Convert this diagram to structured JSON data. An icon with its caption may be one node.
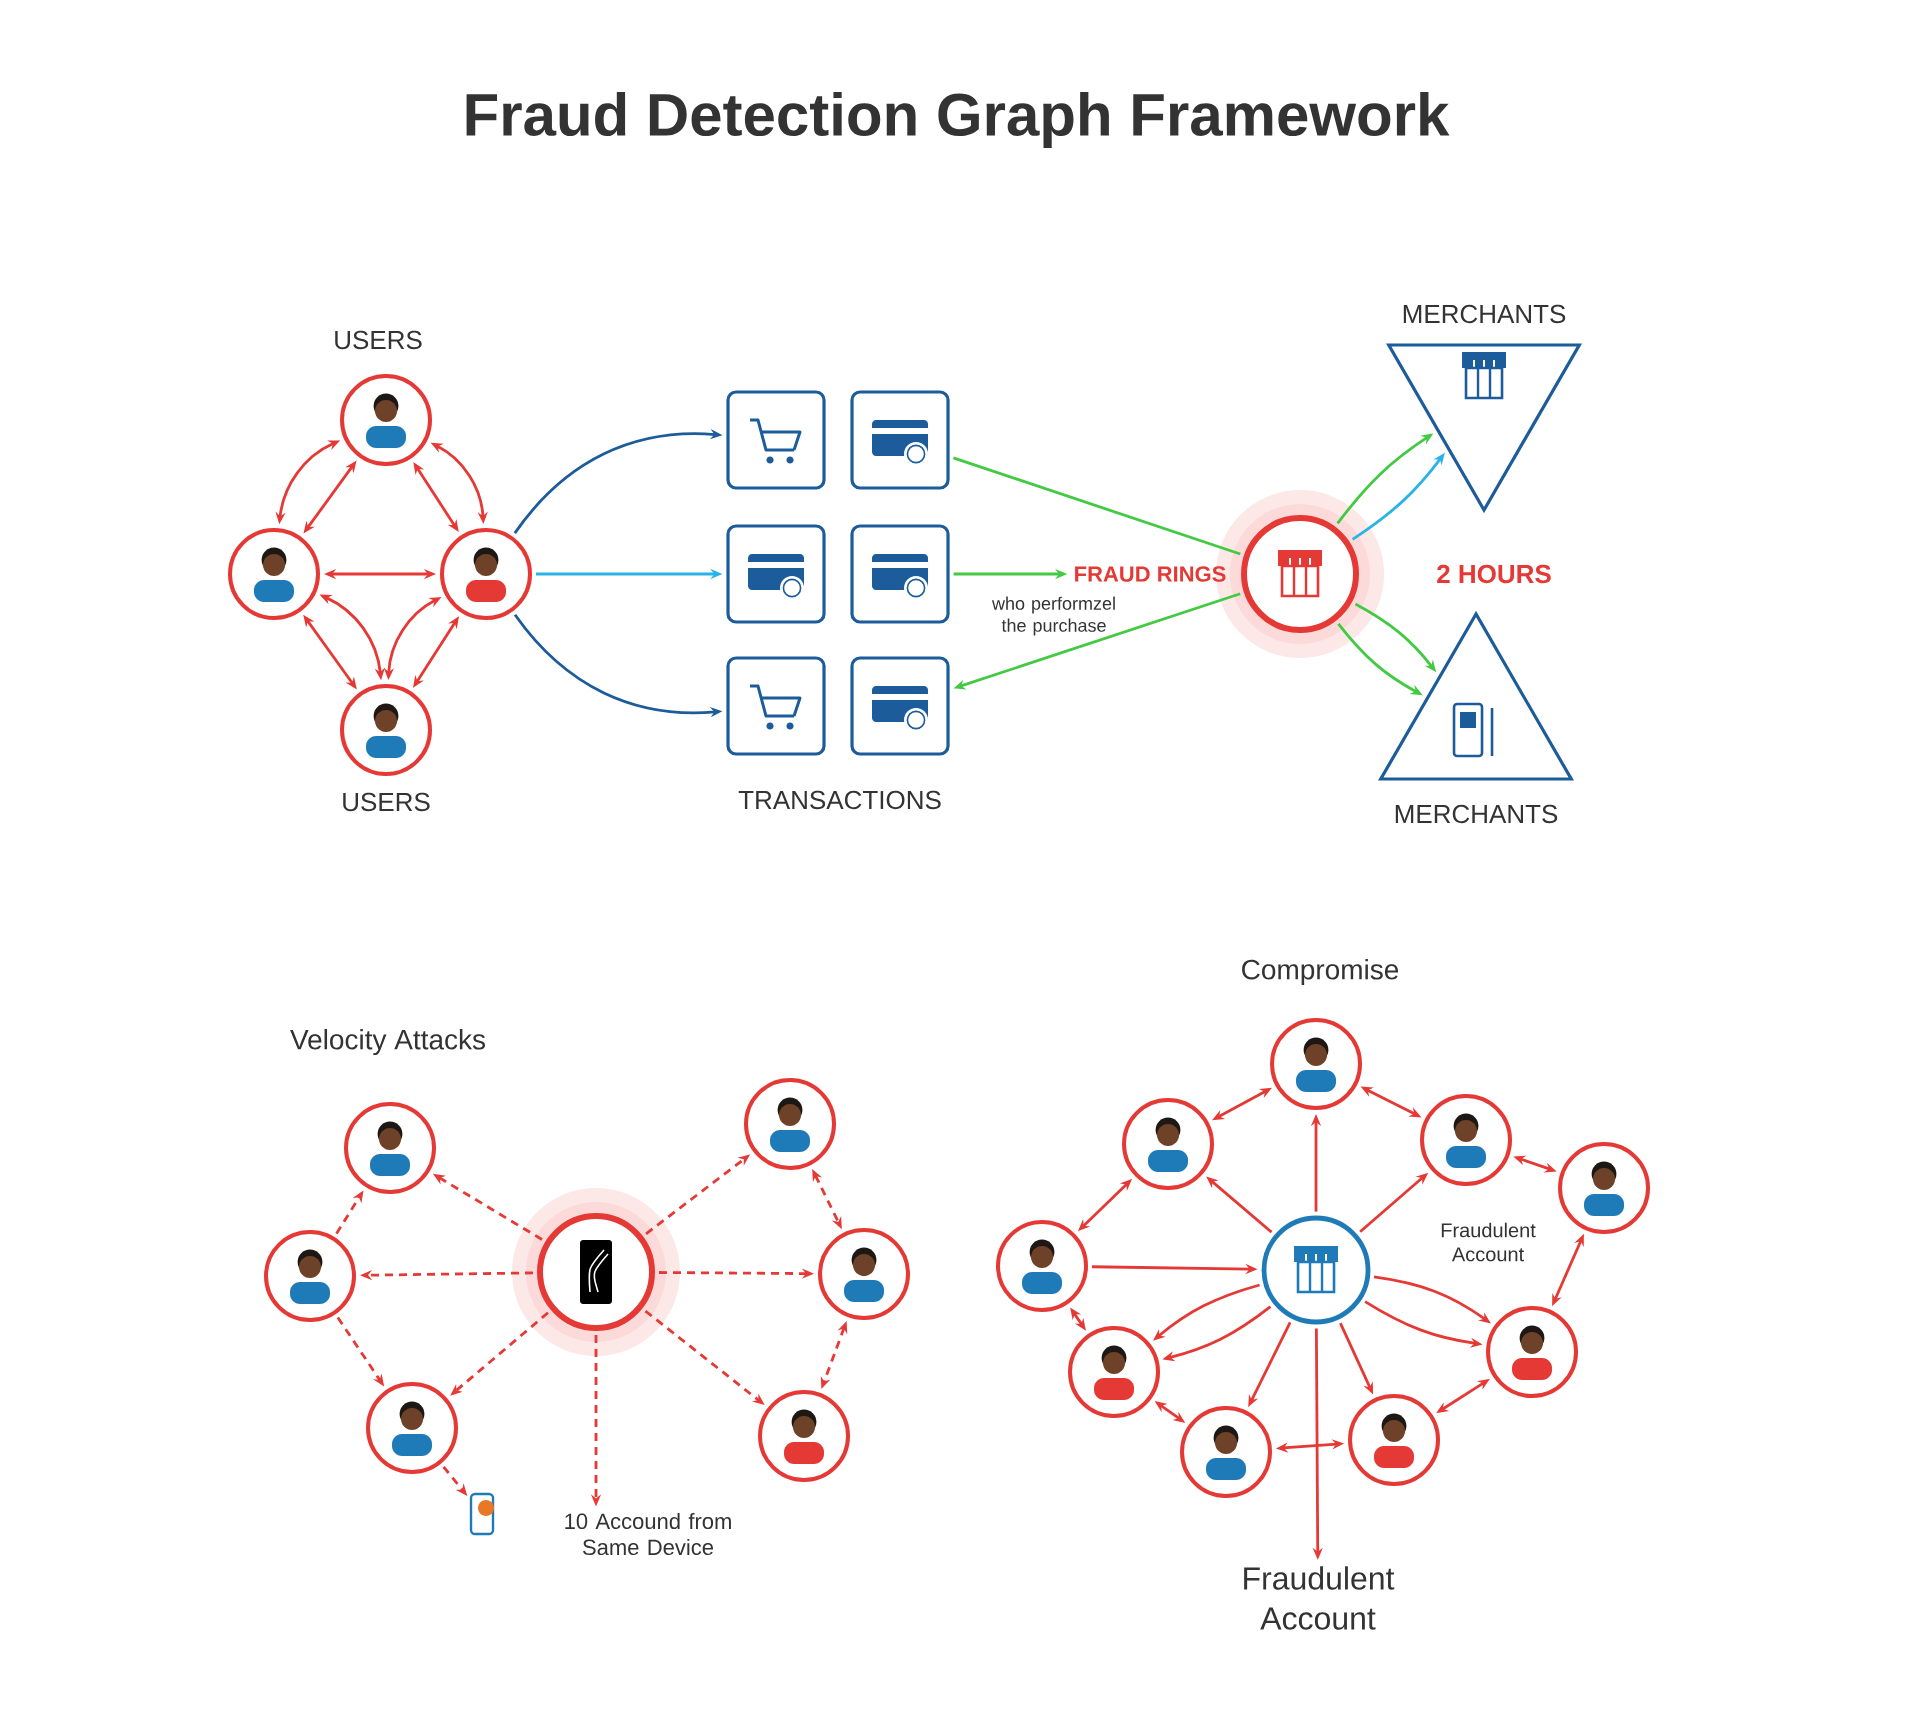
{
  "diagram": {
    "title": "Fraud Detection Graph Framework",
    "nodes": [
      {
        "text": [],
        "shape": "circle",
        "beside": [
          "USERS"
        ]
      },
      {
        "text": [],
        "shape": "circle"
      },
      {
        "text": [],
        "shape": "circle"
      },
      {
        "text": [],
        "shape": "circle",
        "beside": [
          "USERS"
        ]
      },
      {
        "text": [],
        "shape": "box"
      },
      {
        "text": [],
        "shape": "box"
      },
      {
        "text": [],
        "shape": "box"
      },
      {
        "text": [],
        "shape": "box"
      },
      {
        "text": [],
        "shape": "box"
      },
      {
        "text": [],
        "shape": "box"
      },
      {
        "text": [],
        "shape": "circle"
      },
      {
        "text": [
          "FRAUD RINGS"
        ]
      },
      {
        "text": [
          "MERCHANTS"
        ]
      },
      {
        "text": [
          "MERCHANTS"
        ]
      },
      {
        "text": [],
        "shape": "circle"
      },
      {
        "text": [],
        "shape": "circle"
      },
      {
        "text": [],
        "shape": "circle"
      },
      {
        "text": [],
        "shape": "circle"
      },
      {
        "text": [],
        "shape": "circle"
      },
      {
        "text": [],
        "shape": "circle"
      },
      {
        "text": [],
        "shape": "circle"
      },
      {
        "text": [],
        "shape": "picture"
      },
      {
        "text": [
          "10 Accound from Same Device"
        ]
      },
      {
        "text": [],
        "shape": "circle"
      },
      {
        "text": [],
        "shape": "circle"
      },
      {
        "text": [],
        "shape": "circle"
      },
      {
        "text": [],
        "shape": "circle"
      },
      {
        "text": [],
        "shape": "circle"
      },
      {
        "text": [],
        "shape": "circle"
      },
      {
        "text": [],
        "shape": "circle"
      },
      {
        "text": [],
        "shape": "circle"
      },
      {
        "text": [],
        "shape": "circle"
      },
      {
        "text": [],
        "shape": "circle"
      },
      {
        "text": [
          "Fraudulent Account"
        ]
      }
    ],
    "edges": [
      {
        "from": 0,
        "to": 1,
        "arrow": "both"
      },
      {
        "from": 0,
        "to": 1,
        "arrow": "both"
      },
      {
        "from": 0,
        "to": 2,
        "arrow": "both"
      },
      {
        "from": 0,
        "to": 2,
        "arrow": "both"
      },
      {
        "from": 1,
        "to": 2,
        "arrow": "both"
      },
      {
        "from": 1,
        "to": 3,
        "arrow": "both"
      },
      {
        "from": 1,
        "to": 3,
        "arrow": "both"
      },
      {
        "from": 2,
        "to": 3,
        "arrow": "both"
      },
      {
        "from": 2,
        "to": 3,
        "arrow": "both"
      },
      {
        "from": 2,
        "to": 4,
        "arrow": "to",
        "color": "#1d5c9b"
      },
      {
        "from": 2,
        "to": 6,
        "arrow": "to",
        "color": "#2bb3e6"
      },
      {
        "from": 2,
        "to": 8,
        "arrow": "to",
        "color": "#1d5c9b"
      },
      {
        "from": 5,
        "to": 10,
        "arrow": "none",
        "color": "#43c943"
      },
      {
        "from": 7,
        "to": 11,
        "arrow": "to",
        "color": "#43c943"
      },
      {
        "from": 10,
        "to": 9,
        "arrow": "to",
        "color": "#43c943"
      },
      {
        "from": 10,
        "to": 12,
        "arrow": "to",
        "color": "#43c943"
      },
      {
        "from": 10,
        "to": 12,
        "arrow": "to",
        "color": "#2bb3e6"
      },
      {
        "from": 10,
        "to": 13,
        "arrow": "to",
        "color": "#43c943"
      },
      {
        "from": 10,
        "to": 13,
        "arrow": "to",
        "color": "#43c943"
      },
      {
        "from": 14,
        "to": 15,
        "arrow": "to",
        "style": "dashed"
      },
      {
        "from": 14,
        "to": 16,
        "arrow": "to",
        "style": "dashed"
      },
      {
        "from": 14,
        "to": 17,
        "arrow": "to",
        "style": "dashed"
      },
      {
        "from": 14,
        "to": 18,
        "arrow": "to",
        "style": "dashed"
      },
      {
        "from": 14,
        "to": 19,
        "arrow": "to",
        "style": "dashed"
      },
      {
        "from": 14,
        "to": 20,
        "arrow": "to",
        "style": "dashed"
      },
      {
        "from": 14,
        "to": 22,
        "arrow": "to",
        "style": "dashed"
      },
      {
        "from": 16,
        "to": 15,
        "arrow": "to",
        "style": "dashed"
      },
      {
        "from": 16,
        "to": 17,
        "arrow": "to",
        "style": "dashed"
      },
      {
        "from": 17,
        "to": 21,
        "arrow": "to",
        "style": "dashed"
      },
      {
        "from": 18,
        "to": 19,
        "arrow": "both",
        "style": "dashed"
      },
      {
        "from": 19,
        "to": 20,
        "arrow": "both",
        "style": "dashed"
      },
      {
        "from": 23,
        "to": 24,
        "arrow": "to"
      },
      {
        "from": 23,
        "to": 25,
        "arrow": "to"
      },
      {
        "from": 23,
        "to": 26,
        "arrow": "to"
      },
      {
        "from": 28,
        "to": 23,
        "arrow": "to"
      },
      {
        "from": 23,
        "to": 29,
        "arrow": "to"
      },
      {
        "from": 23,
        "to": 29,
        "arrow": "to"
      },
      {
        "from": 23,
        "to": 31,
        "arrow": "to"
      },
      {
        "from": 23,
        "to": 33,
        "arrow": "to"
      },
      {
        "from": 23,
        "to": 32,
        "arrow": "to"
      },
      {
        "from": 23,
        "to": 30,
        "arrow": "to"
      },
      {
        "from": 23,
        "to": 30,
        "arrow": "to"
      },
      {
        "from": 24,
        "to": 25,
        "arrow": "both"
      },
      {
        "from": 24,
        "to": 26,
        "arrow": "both"
      },
      {
        "from": 26,
        "to": 27,
        "arrow": "both"
      },
      {
        "from": 25,
        "to": 28,
        "arrow": "both"
      },
      {
        "from": 28,
        "to": 29,
        "arrow": "both"
      },
      {
        "from": 29,
        "to": 31,
        "arrow": "both"
      },
      {
        "from": 31,
        "to": 32,
        "arrow": "both"
      },
      {
        "from": 32,
        "to": 30,
        "arrow": "both"
      },
      {
        "from": 30,
        "to": 27,
        "arrow": "both"
      }
    ],
    "labels": [
      "2 HOURS",
      "who performzel the purchase",
      "TRANSACTIONS",
      "Compromise",
      "Velocity Attacks",
      "Fraudulent Account"
    ]
  }
}
